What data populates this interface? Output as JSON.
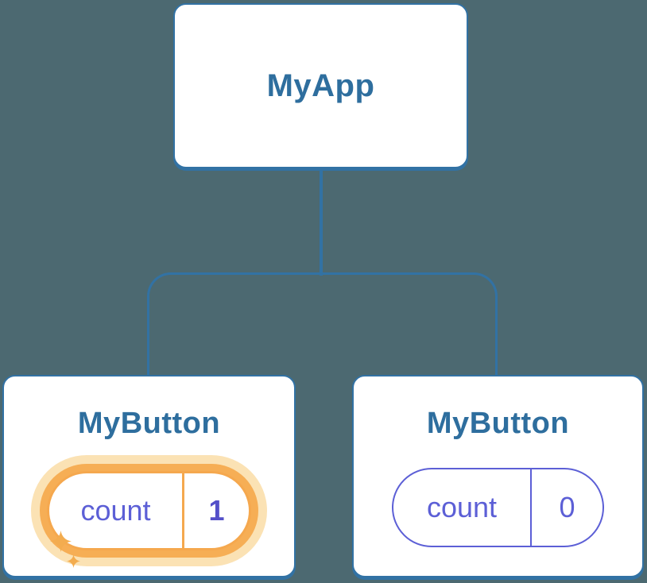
{
  "diagram": {
    "type": "component-tree",
    "background_color": "#4C6971",
    "connector_color": "#3272A4",
    "root": {
      "label": "MyApp"
    },
    "children": [
      {
        "label": "MyButton",
        "state": {
          "key": "count",
          "value": "1",
          "highlighted": true
        },
        "icon": "sparkles-icon"
      },
      {
        "label": "MyButton",
        "state": {
          "key": "count",
          "value": "0",
          "highlighted": false
        }
      }
    ],
    "colors": {
      "card_background": "#FFFFFF",
      "card_border": "#3272A4",
      "node_label": "#2E6E9E",
      "state_indigo": "#5C5FD6",
      "state_value_bold": "#5450C9",
      "highlight_orange": "#F5A84E",
      "highlight_glow": "#FBE2B4",
      "sparkle_orange": "#F3AC4F"
    }
  }
}
